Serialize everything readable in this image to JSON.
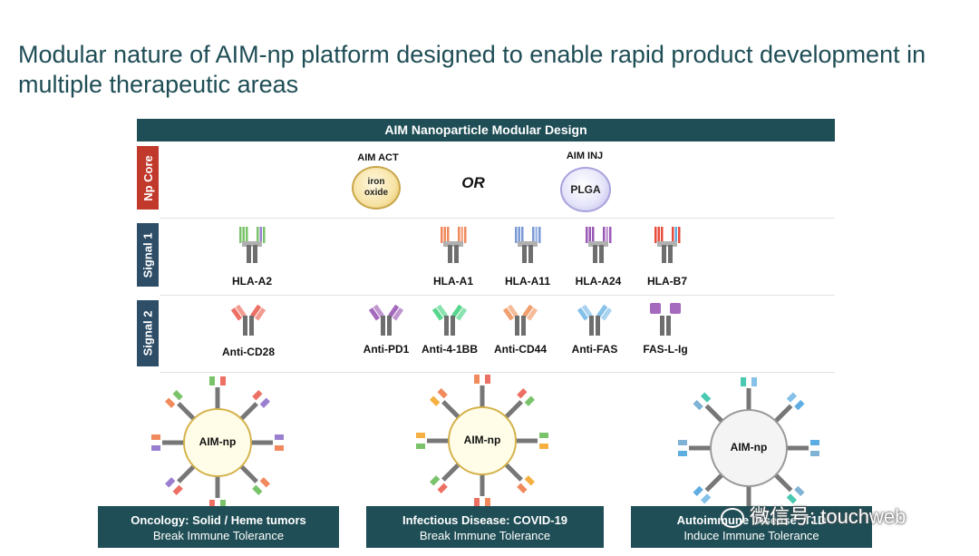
{
  "header": {
    "title": "Modular nature of AIM-np platform designed to enable rapid product development in multiple therapeutic areas"
  },
  "banner": "AIM Nanoparticle Modular Design",
  "rows": {
    "core": "Np Core",
    "signal1": "Signal 1",
    "signal2": "Signal 2"
  },
  "core": {
    "left_label": "AIM ACT",
    "left_circle_line1": "iron",
    "left_circle_line2": "oxide",
    "or_text": "OR",
    "right_label": "AIM INJ",
    "right_circle": "PLGA"
  },
  "signal1": [
    {
      "label": "HLA-A2",
      "color": "#7ac36a",
      "color2": "#9a7fd1"
    },
    {
      "label": "HLA-A1",
      "color": "#f08a5d",
      "color2": "#f4a582"
    },
    {
      "label": "HLA-A11",
      "color": "#7a9ad6",
      "color2": "#9fb6e6"
    },
    {
      "label": "HLA-A24",
      "color": "#9b59b6",
      "color2": "#c39bd3"
    },
    {
      "label": "HLA-B7",
      "color": "#e74c3c",
      "color2": "#5dade2"
    }
  ],
  "signal2": [
    {
      "label": "Anti-CD28",
      "color": "#ec7063"
    },
    {
      "label": "Anti-PD1",
      "color": "#a569bd"
    },
    {
      "label": "Anti-4-1BB",
      "color": "#58d68d"
    },
    {
      "label": "Anti-CD44",
      "color": "#f0a070"
    },
    {
      "label": "Anti-FAS",
      "color": "#85c1e9"
    },
    {
      "label": "FAS-L-Ig",
      "color": "#a569bd"
    }
  ],
  "nanoparticles": [
    {
      "label": "AIM-np",
      "colors": [
        "#7ac36a",
        "#ec7063",
        "#9a7fd1",
        "#f08a5d"
      ]
    },
    {
      "label": "AIM-np",
      "colors": [
        "#f08a5d",
        "#ec7063",
        "#7ac36a",
        "#f5b041"
      ]
    },
    {
      "label": "AIM-np",
      "colors": [
        "#48c9b0",
        "#85c1e9",
        "#5dade2",
        "#7fb3d5"
      ]
    }
  ],
  "areas": [
    {
      "title": "Oncology: Solid / Heme tumors",
      "subtitle": "Break Immune Tolerance"
    },
    {
      "title": "Infectious Disease: COVID-19",
      "subtitle": "Break Immune Tolerance"
    },
    {
      "title": "Autoimmune Disease: T1D",
      "subtitle": "Induce Immune Tolerance"
    }
  ],
  "watermark": "微信号: touchweb"
}
